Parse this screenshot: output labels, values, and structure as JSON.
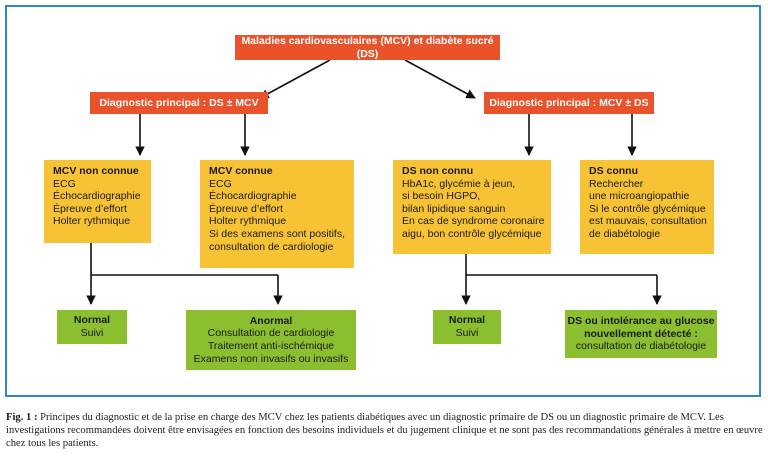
{
  "top": "Maladies cardiovasculaires (MCV) et diabète sucré (DS)",
  "left_branch": "Diagnostic principal : DS ± MCV",
  "right_branch": "Diagnostic principal : MCV ± DS",
  "mcv_unknown": {
    "title": "MCV non connue",
    "lines": [
      "ECG",
      "Échocardiographie",
      "Épreuve d’effort",
      "Holter rythmique"
    ]
  },
  "mcv_known": {
    "title": "MCV connue",
    "lines": [
      "ECG",
      "Échocardiographie",
      "Épreuve d’effort",
      "Holter rythmique",
      "Si des examens sont positifs,",
      "consultation de cardiologie"
    ]
  },
  "ds_unknown": {
    "title": "DS non connu",
    "lines": [
      "HbA1c, glycémie à jeun,",
      "si besoin HGPO,",
      "bilan lipidique sanguin",
      "En cas de syndrome coronaire",
      "aigu, bon contrôle glycémique"
    ]
  },
  "ds_known": {
    "title": "DS connu",
    "lines": [
      "Rechercher",
      "une microangiopathie",
      "Si le contrôle glycémique",
      "est mauvais, consultation",
      "de diabétologie"
    ]
  },
  "normal_left": {
    "title": "Normal",
    "lines": [
      "Suivi"
    ]
  },
  "abnormal": {
    "title": "Anormal",
    "lines": [
      "Consultation de cardiologie",
      "Traitement anti-ischémique",
      "Examens non invasifs ou invasifs"
    ]
  },
  "normal_right": {
    "title": "Normal",
    "lines": [
      "Suivi"
    ]
  },
  "ds_detected": {
    "title_lines": [
      "DS ou intolérance au glucose",
      "nouvellement détecté :"
    ],
    "lines": [
      "consultation de diabétologie"
    ]
  },
  "caption": {
    "label": "Fig. 1 :",
    "text": "Principes du diagnostic et de la prise en charge des MCV chez les patients diabétiques avec un diagnostic primaire de DS ou un diagnostic primaire de MCV. Les investigations recommandées doivent être envisagées en fonction des besoins individuels et du jugement clinique et ne sont pas des recommandations générales à mettre en œuvre chez tous les patients."
  },
  "colors": {
    "frame": "#2f86c6",
    "red": "#e8532b",
    "yellow": "#f7c334",
    "green": "#8bbf2f",
    "arrow": "#111111"
  }
}
